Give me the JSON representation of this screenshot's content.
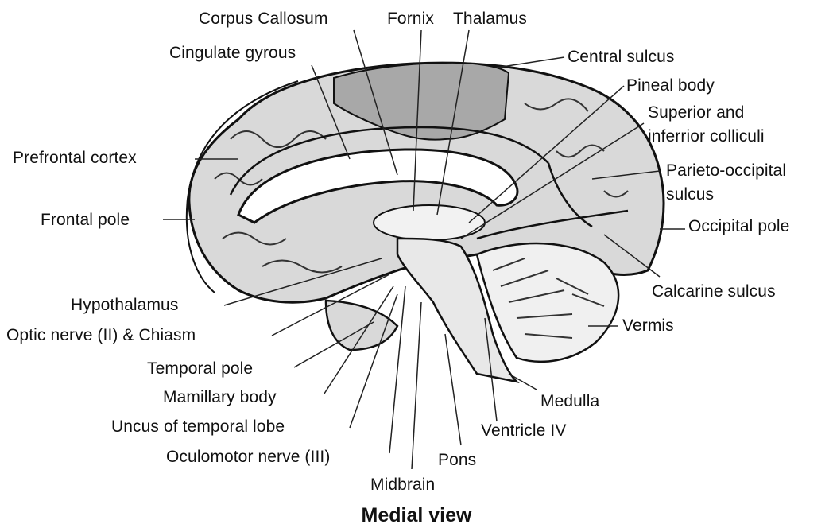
{
  "labels": {
    "corpus_callosum": "Corpus Callosum",
    "fornix": "Fornix",
    "thalamus": "Thalamus",
    "cingulate_gyrous": "Cingulate gyrous",
    "central_sulcus": "Central sulcus",
    "pineal_body": "Pineal body",
    "superior_inferior_colliculi_1": "Superior and",
    "superior_inferior_colliculi_2": "inferrior colliculi",
    "prefrontal_cortex": "Prefrontal cortex",
    "parieto_occipital_1": "Parieto-occipital",
    "parieto_occipital_2": "sulcus",
    "frontal_pole": "Frontal pole",
    "occipital_pole": "Occipital pole",
    "calcarine_sulcus": "Calcarine sulcus",
    "hypothalamus": "Hypothalamus",
    "vermis": "Vermis",
    "optic_nerve": "Optic nerve (II) & Chiasm",
    "temporal_pole": "Temporal pole",
    "medulla": "Medulla",
    "mamillary_body": "Mamillary body",
    "uncus": "Uncus of temporal lobe",
    "ventricle_iv": "Ventricle IV",
    "oculomotor_nerve": "Oculomotor nerve (III)",
    "pons": "Pons",
    "midbrain": "Midbrain"
  },
  "caption": "Medial view",
  "colors": {
    "cortex_fill": "#d9d9d9",
    "highlight_fill": "#a8a8a8",
    "line": "#111111",
    "background": "#ffffff"
  }
}
